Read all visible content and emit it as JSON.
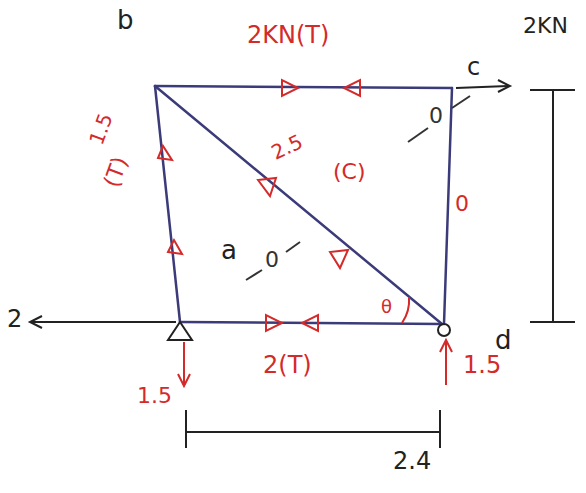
{
  "diagram": {
    "labels": [
      "b",
      "2KN(T)",
      "2KN",
      "c",
      "0",
      "2.5",
      "(C)",
      "1.5",
      "(T)",
      "a",
      "0",
      "0",
      "θ",
      "d",
      "2",
      "2(T)",
      "1.5",
      "1.5",
      "2.4"
    ]
  }
}
